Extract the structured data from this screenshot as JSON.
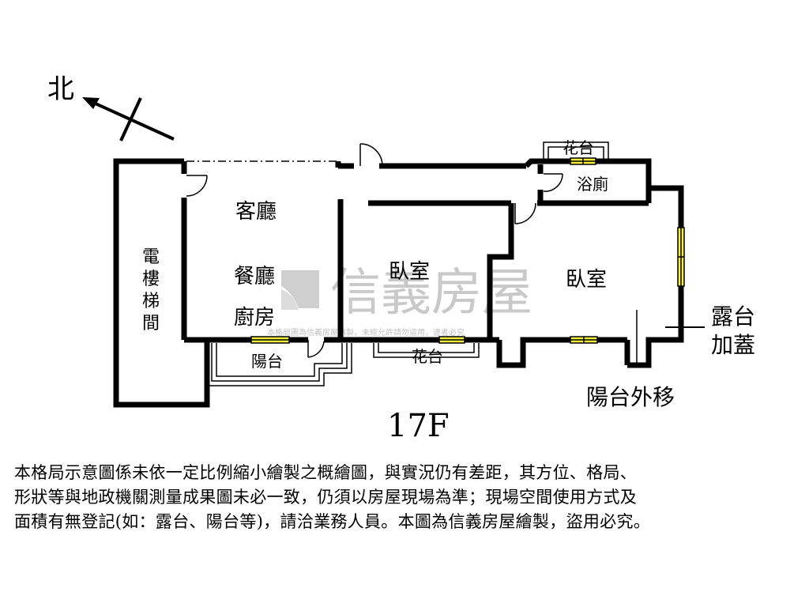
{
  "north_label": "北",
  "rooms": {
    "stair": "電樓梯間",
    "living": "客廳",
    "dining": "餐廳",
    "kitchen": "廚房",
    "bedroom_1": "臥室",
    "bedroom_2": "臥室",
    "bathroom": "浴廁",
    "planter_top": "花台",
    "planter_bottom": "花台",
    "balcony": "陽台"
  },
  "annotations": {
    "terrace_cover_1": "露台",
    "terrace_cover_2": "加蓋",
    "balcony_moved": "陽台外移"
  },
  "watermark": {
    "brand": "信義房屋",
    "notice": "本格局圖為信義房屋繪製，未經允許請勿盜用，違者必究"
  },
  "floor_label": "17F",
  "disclaimer": "本格局示意圖係未依一定比例縮小繪製之概繪圖，與實況仍有差距，其方位、格局、\n形狀等與地政機關測量成果圖未必一致，仍須以房屋現場為準；現場空間使用方式及\n面積有無登記(如：露台、陽台等)，請洽業務人員。本圖為信義房屋繪製，盜用必究。",
  "colors": {
    "wall": "#000000",
    "window_fill": "#f5ee3a",
    "watermark": "#c9c9c9"
  }
}
